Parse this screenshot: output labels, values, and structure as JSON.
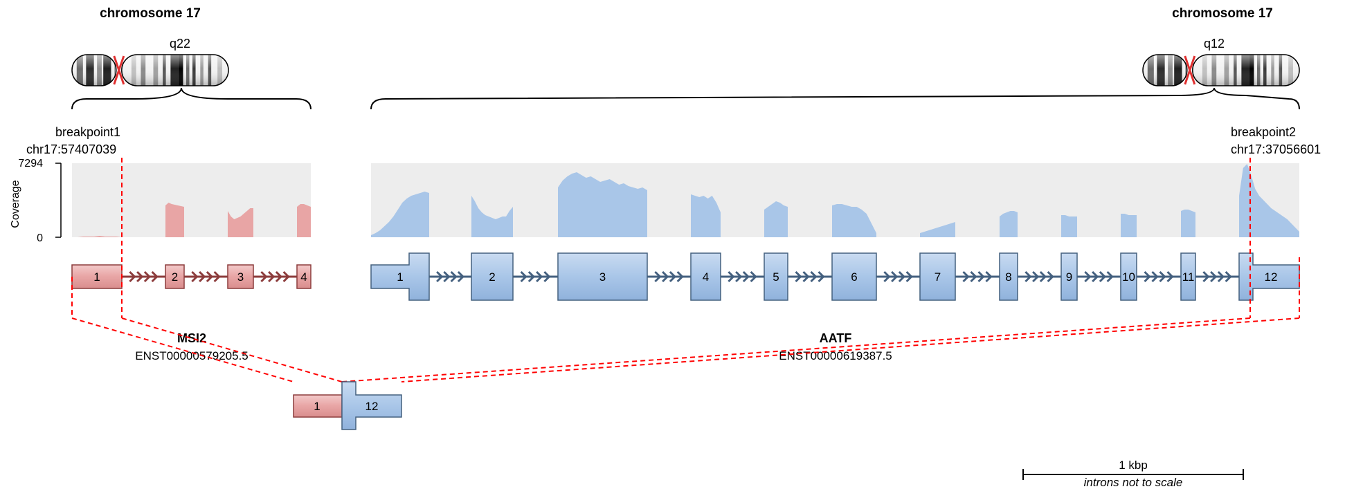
{
  "left_locus": {
    "chromosome_title": "chromosome 17",
    "band_label": "q22",
    "breakpoint_label": "breakpoint1",
    "breakpoint_coord": "chr17:57407039",
    "gene_name": "MSI2",
    "transcript_id": "ENST00000579205.5",
    "exons": [
      "1",
      "2",
      "3",
      "4"
    ]
  },
  "right_locus": {
    "chromosome_title": "chromosome 17",
    "band_label": "q12",
    "breakpoint_label": "breakpoint2",
    "breakpoint_coord": "chr17:37056601",
    "gene_name": "AATF",
    "transcript_id": "ENST00000619387.5",
    "exons": [
      "1",
      "2",
      "3",
      "4",
      "5",
      "6",
      "7",
      "8",
      "9",
      "10",
      "11",
      "12"
    ]
  },
  "coverage": {
    "axis_label": "Coverage",
    "max_label": "7294",
    "min_label": "0"
  },
  "fusion": {
    "exon_left": "1",
    "exon_right": "12"
  },
  "scale_bar": {
    "label": "1 kbp",
    "note": "introns not to scale"
  },
  "colors": {
    "gene1_fill": "#e8a5a5",
    "gene1_stroke": "#8c3c3c",
    "gene2_fill": "#a9c6e8",
    "gene2_stroke": "#44607f",
    "coverage_bg": "#ededed",
    "breakpoint_line": "#ff0000"
  }
}
